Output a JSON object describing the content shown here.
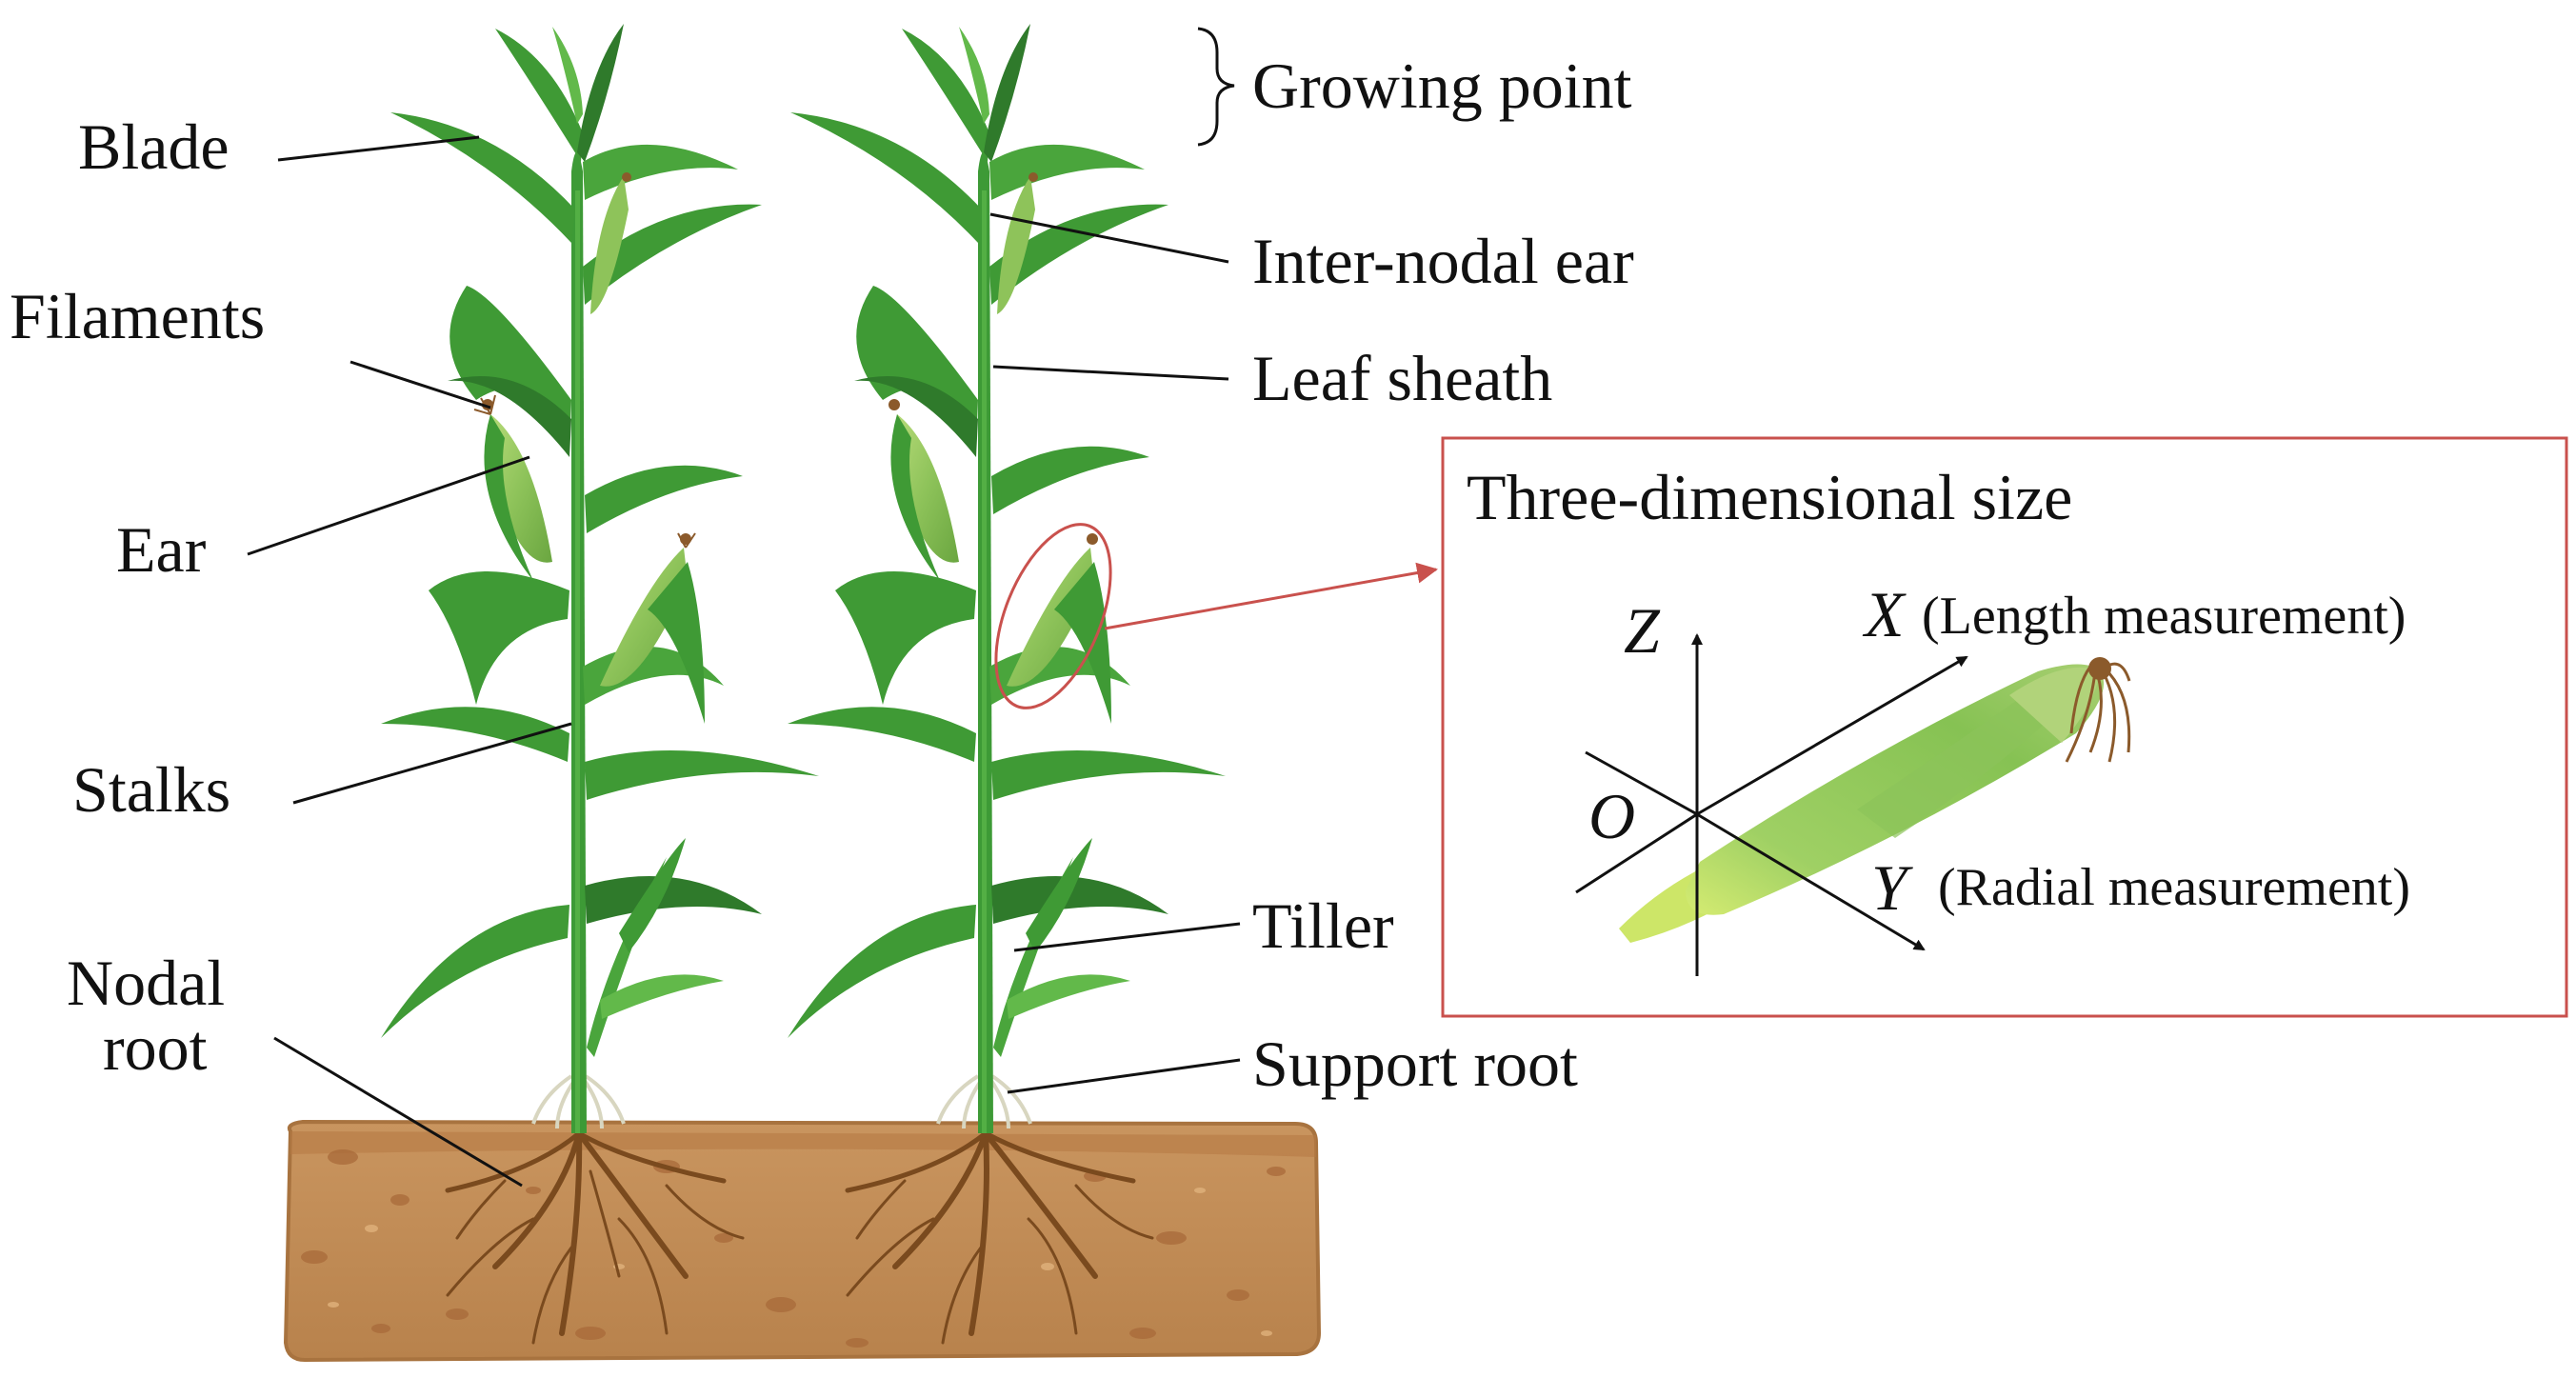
{
  "labels": {
    "blade": "Blade",
    "filaments": "Filaments",
    "ear": "Ear",
    "stalks": "Stalks",
    "nodal_root_line1": "Nodal",
    "nodal_root_line2": "root",
    "growing_point": "Growing point",
    "inter_nodal_ear": "Inter-nodal ear",
    "leaf_sheath": "Leaf sheath",
    "tiller": "Tiller",
    "support_root": "Support root"
  },
  "inset": {
    "title": "Three-dimensional size",
    "axis_z": "Z",
    "axis_x": "X",
    "axis_y": "Y",
    "origin": "O",
    "x_note": "(Length measurement)",
    "y_note": "(Radial measurement)"
  },
  "colors": {
    "leaf": "#3f9a35",
    "leaf_dark": "#2f7a2b",
    "leaf_light": "#62b94a",
    "ear_husk": "#9fcc63",
    "silk": "#8b5a2b",
    "soil": "#c08a55",
    "soil_dark": "#9c6536",
    "root": "#7a4a1e",
    "highlight": "#c9514d",
    "text": "#111111"
  }
}
